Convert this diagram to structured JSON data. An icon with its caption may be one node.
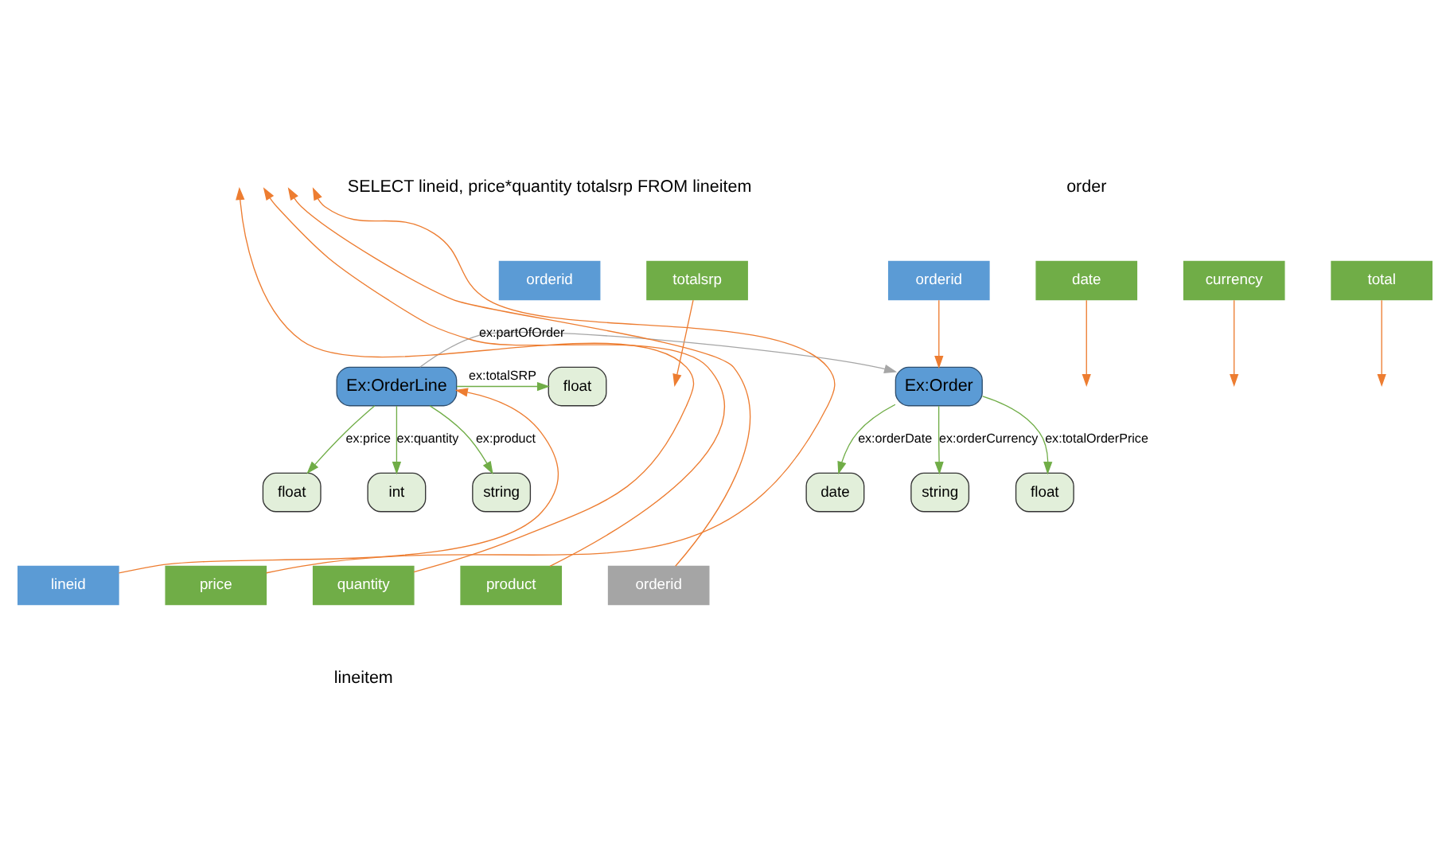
{
  "diagram": {
    "nodes": [
      {
        "text": [
          "orderid"
        ]
      },
      {
        "text": [
          "totalsrp"
        ]
      },
      {
        "text": [
          "orderid"
        ]
      },
      {
        "text": [
          "date"
        ]
      },
      {
        "text": [
          "currency"
        ]
      },
      {
        "text": [
          "total"
        ]
      },
      {
        "text": [
          "float"
        ]
      },
      {
        "text": [
          "Ex:OrderLine"
        ]
      },
      {
        "text": [
          "Ex:Order"
        ]
      },
      {
        "text": [
          "float"
        ]
      },
      {
        "text": [
          "int"
        ]
      },
      {
        "text": [
          "string"
        ]
      },
      {
        "text": [
          "date"
        ]
      },
      {
        "text": [
          "string"
        ]
      },
      {
        "text": [
          "float"
        ]
      },
      {
        "text": [
          "lineid"
        ]
      },
      {
        "text": [
          "price"
        ]
      },
      {
        "text": [
          "quantity"
        ]
      },
      {
        "text": [
          "product"
        ]
      },
      {
        "text": [
          "orderid"
        ]
      }
    ],
    "edges": [
      {
        "from": 7,
        "to": 6,
        "arrow": "to",
        "label": "ex:totalSRP",
        "color": "#70ad47"
      },
      {
        "from": 7,
        "to": 9,
        "arrow": "to",
        "label": "ex:price",
        "color": "#70ad47"
      },
      {
        "from": 7,
        "to": 10,
        "arrow": "to",
        "label": "ex:quantity",
        "color": "#70ad47"
      },
      {
        "from": 7,
        "to": 11,
        "arrow": "to",
        "label": "ex:product",
        "color": "#70ad47"
      },
      {
        "from": 7,
        "to": 8,
        "arrow": "to",
        "label": "ex:partOfOrder",
        "color": "#a6a6a6"
      },
      {
        "from": 8,
        "to": 12,
        "arrow": "to",
        "label": "ex:orderDate",
        "color": "#70ad47"
      },
      {
        "from": 8,
        "to": 13,
        "arrow": "to",
        "label": "ex:orderCurrency",
        "color": "#70ad47"
      },
      {
        "from": 8,
        "to": 14,
        "arrow": "to",
        "label": "ex:totalOrderPrice",
        "color": "#70ad47"
      },
      {
        "from": 1,
        "to": null,
        "arrow": "to"
      },
      {
        "from": 15,
        "to": 7,
        "arrow": "to"
      },
      {
        "from": 16,
        "to": null,
        "arrow": "to"
      },
      {
        "from": 17,
        "to": null,
        "arrow": "to"
      },
      {
        "from": 18,
        "to": null,
        "arrow": "to"
      },
      {
        "from": 19,
        "to": null,
        "arrow": "to"
      },
      {
        "from": 2,
        "to": 8,
        "arrow": "to"
      },
      {
        "from": 3,
        "to": null,
        "arrow": "to"
      },
      {
        "from": 4,
        "to": null,
        "arrow": "to"
      },
      {
        "from": 5,
        "to": null,
        "arrow": "to"
      }
    ],
    "labels": [
      "SELECT lineid, price*quantity totalsrp FROM lineitem",
      "order",
      "lineitem"
    ]
  }
}
